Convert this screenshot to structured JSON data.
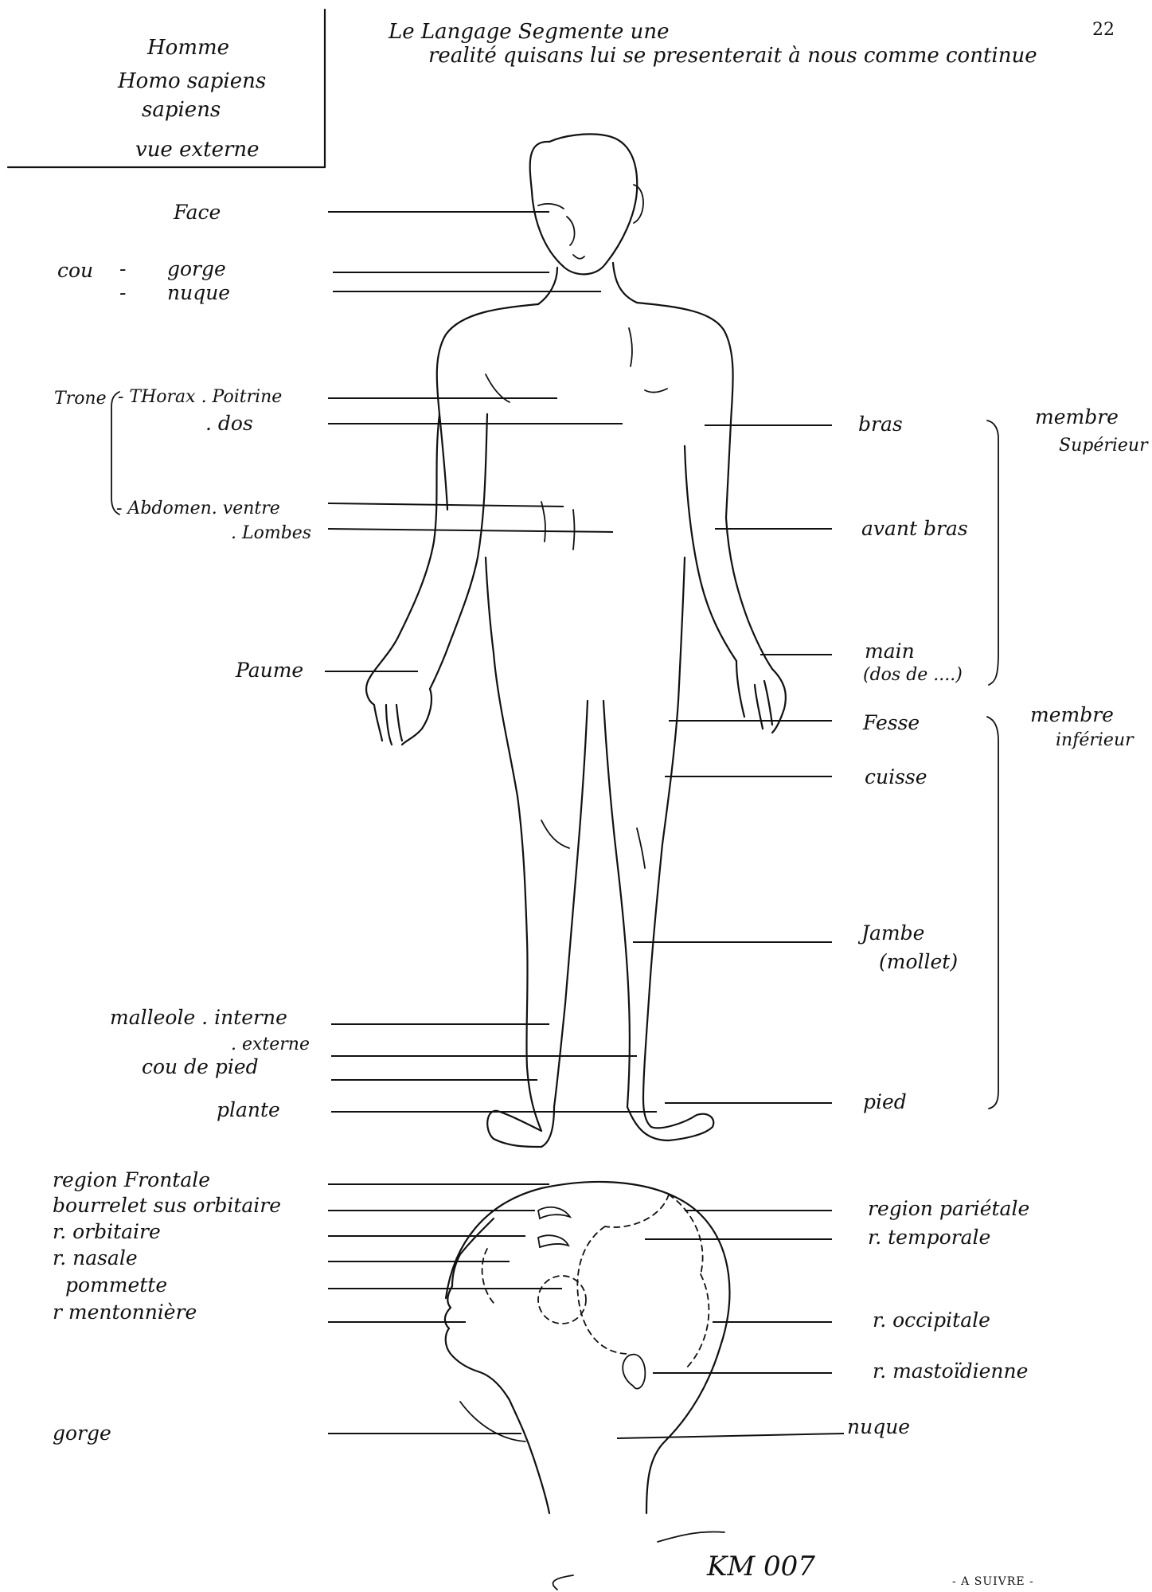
{
  "title_box": {
    "line1": "Homme",
    "line2": "Homo sapiens",
    "line3": "sapiens",
    "line4": "vue externe"
  },
  "header_note": {
    "line1": "Le Langage Segmente une",
    "line2": "realité quisans lui se presenterait à nous comme continue"
  },
  "page_number": "22",
  "body_labels_left": {
    "face": "Face",
    "cou": "cou",
    "dash1": "-",
    "dash2": "-",
    "gorge": "gorge",
    "nuque": "nuque",
    "trone": "Trone",
    "thorax": "- THorax . Poitrine",
    "dos": ". dos",
    "abdomen": "- Abdomen. ventre",
    "lombes": ". Lombes",
    "paume": "Paume",
    "malleole_interne": "malleole . interne",
    "malleole_externe": ". externe",
    "cou_de_pied": "cou de pied",
    "plante": "plante"
  },
  "body_labels_right": {
    "bras": "bras",
    "avant_bras": "avant bras",
    "main": "main",
    "main_note": "(dos de ....)",
    "fesse": "Fesse",
    "cuisse": "cuisse",
    "jambe": "Jambe",
    "mollet": "(mollet)",
    "pied": "pied",
    "membre_sup_1": "membre",
    "membre_sup_2": "Supérieur",
    "membre_inf_1": "membre",
    "membre_inf_2": "inférieur"
  },
  "head_labels_left": {
    "frontale": "region Frontale",
    "bourrelet": "bourrelet sus orbitaire",
    "orbitaire": "r. orbitaire",
    "nasale": "r. nasale",
    "pommette": "pommette",
    "mentonniere": "r mentonnière",
    "gorge": "gorge"
  },
  "head_labels_right": {
    "parietale": "region pariétale",
    "temporale": "r. temporale",
    "occipitale": "r. occipitale",
    "mastoidienne": "r. mastoïdienne",
    "nuque": "nuque"
  },
  "footer": {
    "code": "KM 007",
    "continued": "- A SUIVRE -"
  }
}
